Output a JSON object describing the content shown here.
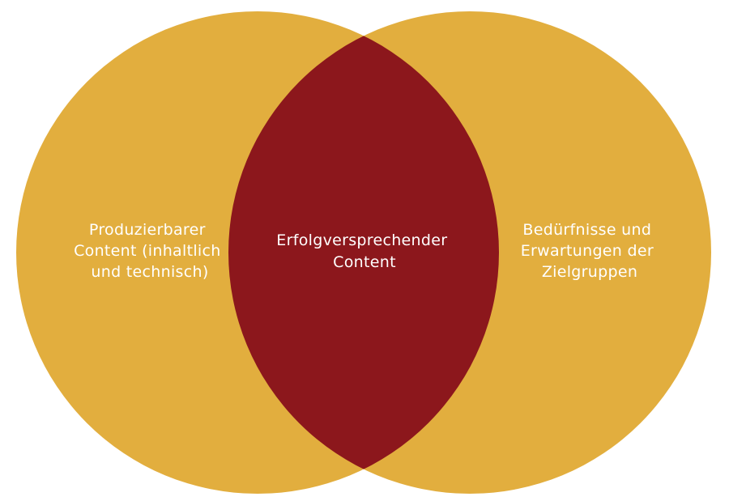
{
  "colors": {
    "circle_fill": "#E2AE3E",
    "intersection_fill": "#8C171C",
    "text": "#FFFFFF",
    "background": "#FFFFFF"
  },
  "diagram": {
    "left_circle": {
      "label_lines": [
        "Produzierbarer",
        "Content (inhaltlich",
        "und technisch)"
      ]
    },
    "right_circle": {
      "label_lines": [
        "Bedürfnisse und",
        "Erwartungen der",
        "Zielgruppen"
      ]
    },
    "intersection": {
      "label_lines": [
        "Erfolgversprechender",
        "Content"
      ]
    }
  }
}
